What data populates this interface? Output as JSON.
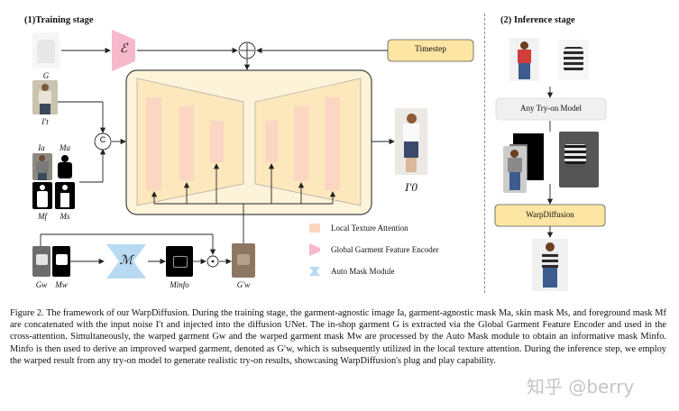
{
  "training": {
    "title": "(1)Training stage",
    "labels": {
      "G": "G",
      "It": "I′t",
      "Ia": "Ia",
      "Ma": "Ma",
      "Mf": "Mf",
      "Ms": "Ms",
      "Gw": "Gw",
      "Mw": "Mw",
      "Minfo": "Minfo",
      "Gpw": "G′w",
      "I0": "I′0"
    },
    "encoder_symbol": "ℰ",
    "mask_module_symbol": "ℳ",
    "timestep_label": "Timestep",
    "concat_symbol": "C",
    "plus_symbol": "+",
    "dot_symbol": "⊙"
  },
  "legend": {
    "items": [
      {
        "label": "Local Texture Attention",
        "color": "#fbd6c3"
      },
      {
        "label": "Global Garment Feature Encoder",
        "color": "#f6b9cc"
      },
      {
        "label": "Auto Mask Module",
        "color": "#b8daf3"
      }
    ]
  },
  "inference": {
    "title": "(2) Inference stage",
    "any_model_label": "Any Try-on Model",
    "warpdiffusion_label": "WarpDiffusion"
  },
  "caption": "Figure 2. The framework of our WarpDiffusion. During the training stage, the garment-agnostic image Ia, garment-agnostic mask Ma, skin mask Ms, and foreground mask Mf are concatenated with the input noise I′t and injected into the diffusion UNet. The in-shop garment G is extracted via the Global Garment Feature Encoder and used in the cross-attention. Simultaneously, the warped garment Gw and the warped garment mask Mw are processed by the Auto Mask module to obtain an informative mask Minfo. Minfo is then used to derive an improved warped garment, denoted as G′w, which is subsequently utilized in the local texture attention. During the inference step, we employ the warped result from any try-on model to generate realistic try-on results, showcasing WarpDiffusion's plug and play capability.",
  "watermark": "知乎 @berry",
  "colors": {
    "unet_bg": "#fdf3d9",
    "unet_border": "#555555",
    "bar_fill": "#fbd6c3",
    "timestep_fill": "#fde6a3",
    "encoder_fill": "#f6b9cc",
    "mask_fill": "#b8daf3",
    "trap_fill": "#fde7bd"
  }
}
